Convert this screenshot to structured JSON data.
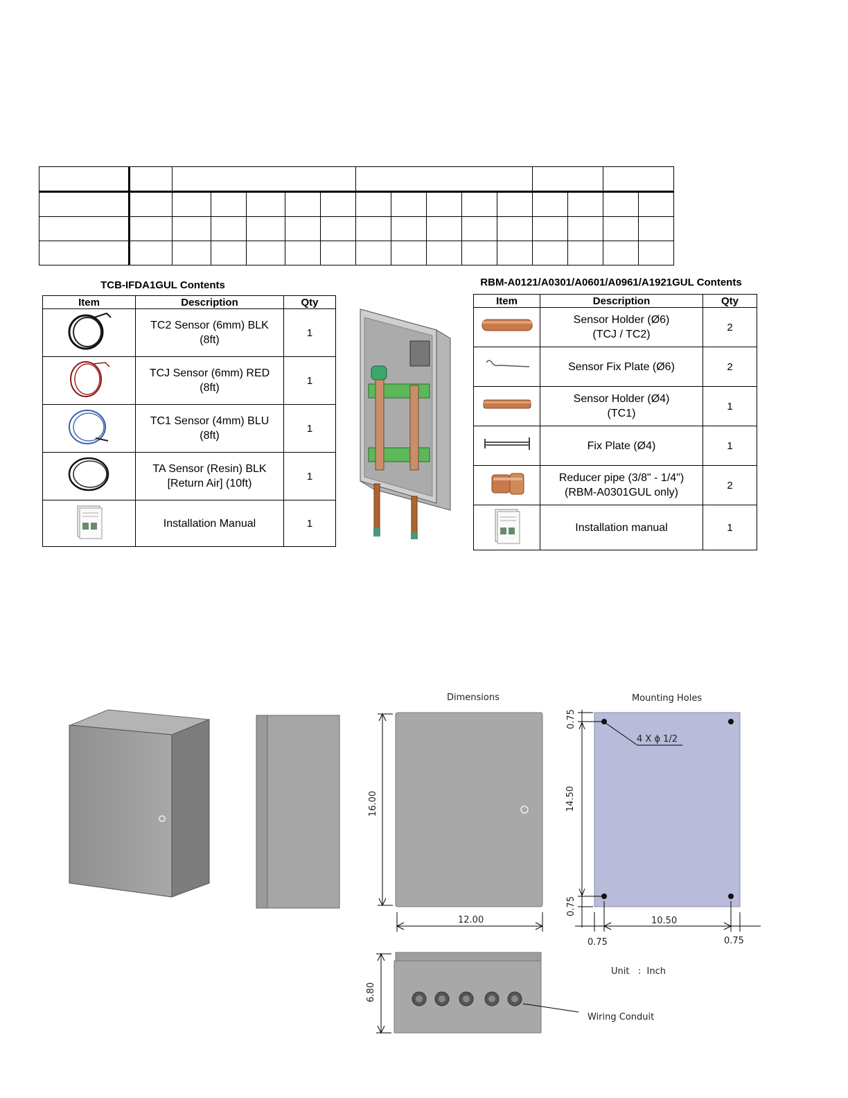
{
  "left_table": {
    "title": "TCB-IFDA1GUL Contents",
    "headers": [
      "Item",
      "Description",
      "Qty"
    ],
    "rows": [
      {
        "icon": "black-sensor-cable-icon",
        "desc": [
          "TC2 Sensor (6mm) BLK",
          "(8ft)"
        ],
        "qty": "1"
      },
      {
        "icon": "red-sensor-cable-icon",
        "desc": [
          "TCJ Sensor (6mm) RED",
          "(8ft)"
        ],
        "qty": "1"
      },
      {
        "icon": "blue-sensor-cable-icon",
        "desc": [
          "TC1 Sensor (4mm) BLU",
          "(8ft)"
        ],
        "qty": "1"
      },
      {
        "icon": "black-resin-sensor-cable-icon",
        "desc": [
          "TA Sensor (Resin)  BLK",
          "[Return Air]    (10ft)"
        ],
        "qty": "1"
      },
      {
        "icon": "manual-booklet-icon",
        "desc": [
          "Installation Manual"
        ],
        "qty": "1"
      }
    ]
  },
  "right_table": {
    "title": "RBM-A0121/A0301/A0601/A0961/A1921GUL Contents",
    "headers": [
      "Item",
      "Description",
      "Qty"
    ],
    "rows": [
      {
        "icon": "copper-sensor-holder-icon",
        "desc": [
          "Sensor Holder (Ø6)",
          "(TCJ / TC2)"
        ],
        "qty": "2"
      },
      {
        "icon": "sensor-fix-plate-icon",
        "desc": [
          "Sensor Fix Plate (Ø6)"
        ],
        "qty": "2"
      },
      {
        "icon": "copper-sensor-holder-thin-icon",
        "desc": [
          "Sensor Holder (Ø4)",
          "(TC1)"
        ],
        "qty": "1"
      },
      {
        "icon": "fix-plate-icon",
        "desc": [
          "Fix Plate (Ø4)"
        ],
        "qty": "1"
      },
      {
        "icon": "copper-reducer-pipe-icon",
        "desc": [
          "Reducer pipe (3/8\" - 1/4\")",
          "(RBM-A0301GUL only)"
        ],
        "qty": "2"
      },
      {
        "icon": "manual-booklet-icon",
        "desc": [
          "Installation manual"
        ],
        "qty": "1"
      }
    ]
  },
  "drawings": {
    "dimensions_title": "Dimensions",
    "mounting_title": "Mounting Holes",
    "height": "16.00",
    "width": "12.00",
    "depth": "6.80",
    "hole_label": "4 X ϕ 1/2",
    "top_margin": "0.75",
    "hole_span_v": "14.50",
    "bottom_margin": "0.75",
    "hole_span_h": "10.50",
    "left_margin": "0.75",
    "right_margin": "0.75",
    "unit_label": "Unit",
    "unit_sep": ":",
    "unit_value": "Inch",
    "conduit_label": "Wiring Conduit"
  },
  "colors": {
    "enclosure": "#a9a9a9",
    "mounting_plate": "#b8bbd9",
    "copper": "#c87a4a"
  }
}
